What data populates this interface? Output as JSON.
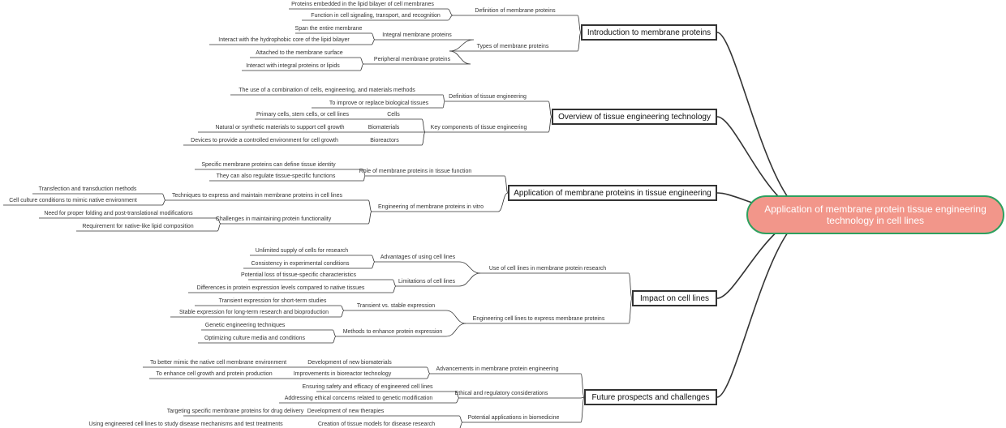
{
  "colors": {
    "line": "#333333",
    "root_fill": "#f2968a",
    "root_border": "#2ea05f"
  },
  "root": {
    "label": "Application of membrane protein tissue engineering technology in cell lines"
  },
  "branches": [
    {
      "label": "Introduction to membrane proteins",
      "children": [
        {
          "label": "Definition of membrane proteins",
          "children": [
            {
              "label": "Proteins embedded in the lipid bilayer of cell membranes"
            },
            {
              "label": "Function in cell signaling, transport, and recognition"
            }
          ]
        },
        {
          "label": "Types of membrane proteins",
          "children": [
            {
              "label": "Integral membrane proteins",
              "children": [
                {
                  "label": "Span the entire membrane"
                },
                {
                  "label": "Interact with the hydrophobic core of the lipid bilayer"
                }
              ]
            },
            {
              "label": "Peripheral membrane proteins",
              "children": [
                {
                  "label": "Attached to the membrane surface"
                },
                {
                  "label": "Interact with integral proteins or lipids"
                }
              ]
            }
          ]
        }
      ]
    },
    {
      "label": "Overview of tissue engineering technology",
      "children": [
        {
          "label": "Definition of tissue engineering",
          "children": [
            {
              "label": "The use of a combination of cells, engineering, and materials methods"
            },
            {
              "label": "To improve or replace biological tissues"
            }
          ]
        },
        {
          "label": "Key components of tissue engineering",
          "children": [
            {
              "label": "Cells",
              "children": [
                {
                  "label": "Primary cells, stem cells, or cell lines"
                }
              ]
            },
            {
              "label": "Biomaterials",
              "children": [
                {
                  "label": "Natural or synthetic materials to support cell growth"
                }
              ]
            },
            {
              "label": "Bioreactors",
              "children": [
                {
                  "label": "Devices to provide a controlled environment for cell growth"
                }
              ]
            }
          ]
        }
      ]
    },
    {
      "label": "Application of membrane proteins in tissue engineering",
      "children": [
        {
          "label": "Role of membrane proteins in tissue function",
          "children": [
            {
              "label": "Specific membrane proteins can define tissue identity"
            },
            {
              "label": "They can also regulate tissue-specific functions"
            }
          ]
        },
        {
          "label": "Engineering of membrane proteins in vitro",
          "children": [
            {
              "label": "Techniques to express and maintain membrane proteins in cell lines",
              "children": [
                {
                  "label": "Transfection and transduction methods"
                },
                {
                  "label": "Cell culture conditions to mimic native environment"
                }
              ]
            },
            {
              "label": "Challenges in maintaining protein functionality",
              "children": [
                {
                  "label": "Need for proper folding and post-translational modifications"
                },
                {
                  "label": "Requirement for native-like lipid composition"
                }
              ]
            }
          ]
        }
      ]
    },
    {
      "label": "Impact on cell lines",
      "children": [
        {
          "label": "Use of cell lines in membrane protein research",
          "children": [
            {
              "label": "Advantages of using cell lines",
              "children": [
                {
                  "label": "Unlimited supply of cells for research"
                },
                {
                  "label": "Consistency in experimental conditions"
                }
              ]
            },
            {
              "label": "Limitations of cell lines",
              "children": [
                {
                  "label": "Potential loss of tissue-specific characteristics"
                },
                {
                  "label": "Differences in protein expression levels compared to native tissues"
                }
              ]
            }
          ]
        },
        {
          "label": "Engineering cell lines to express membrane proteins",
          "children": [
            {
              "label": "Transient vs. stable expression",
              "children": [
                {
                  "label": "Transient expression for short-term studies"
                },
                {
                  "label": "Stable expression for long-term research and bioproduction"
                }
              ]
            },
            {
              "label": "Methods to enhance protein expression",
              "children": [
                {
                  "label": "Genetic engineering techniques"
                },
                {
                  "label": "Optimizing culture media and conditions"
                }
              ]
            }
          ]
        }
      ]
    },
    {
      "label": "Future prospects and challenges",
      "children": [
        {
          "label": "Advancements in membrane protein engineering",
          "children": [
            {
              "label": "Development of new biomaterials",
              "children": [
                {
                  "label": "To better mimic the native cell membrane environment"
                }
              ]
            },
            {
              "label": "Improvements in bioreactor technology",
              "children": [
                {
                  "label": "To enhance cell growth and protein production"
                }
              ]
            }
          ]
        },
        {
          "label": "Ethical and regulatory considerations",
          "children": [
            {
              "label": "Ensuring safety and efficacy of engineered cell lines"
            },
            {
              "label": "Addressing ethical concerns related to genetic modification"
            }
          ]
        },
        {
          "label": "Potential applications in biomedicine",
          "children": [
            {
              "label": "Development of new therapies",
              "children": [
                {
                  "label": "Targeting specific membrane proteins for drug delivery"
                }
              ]
            },
            {
              "label": "Creation of tissue models for disease research",
              "children": [
                {
                  "label": "Using engineered cell lines to study disease mechanisms and test treatments"
                }
              ]
            }
          ]
        }
      ]
    }
  ]
}
